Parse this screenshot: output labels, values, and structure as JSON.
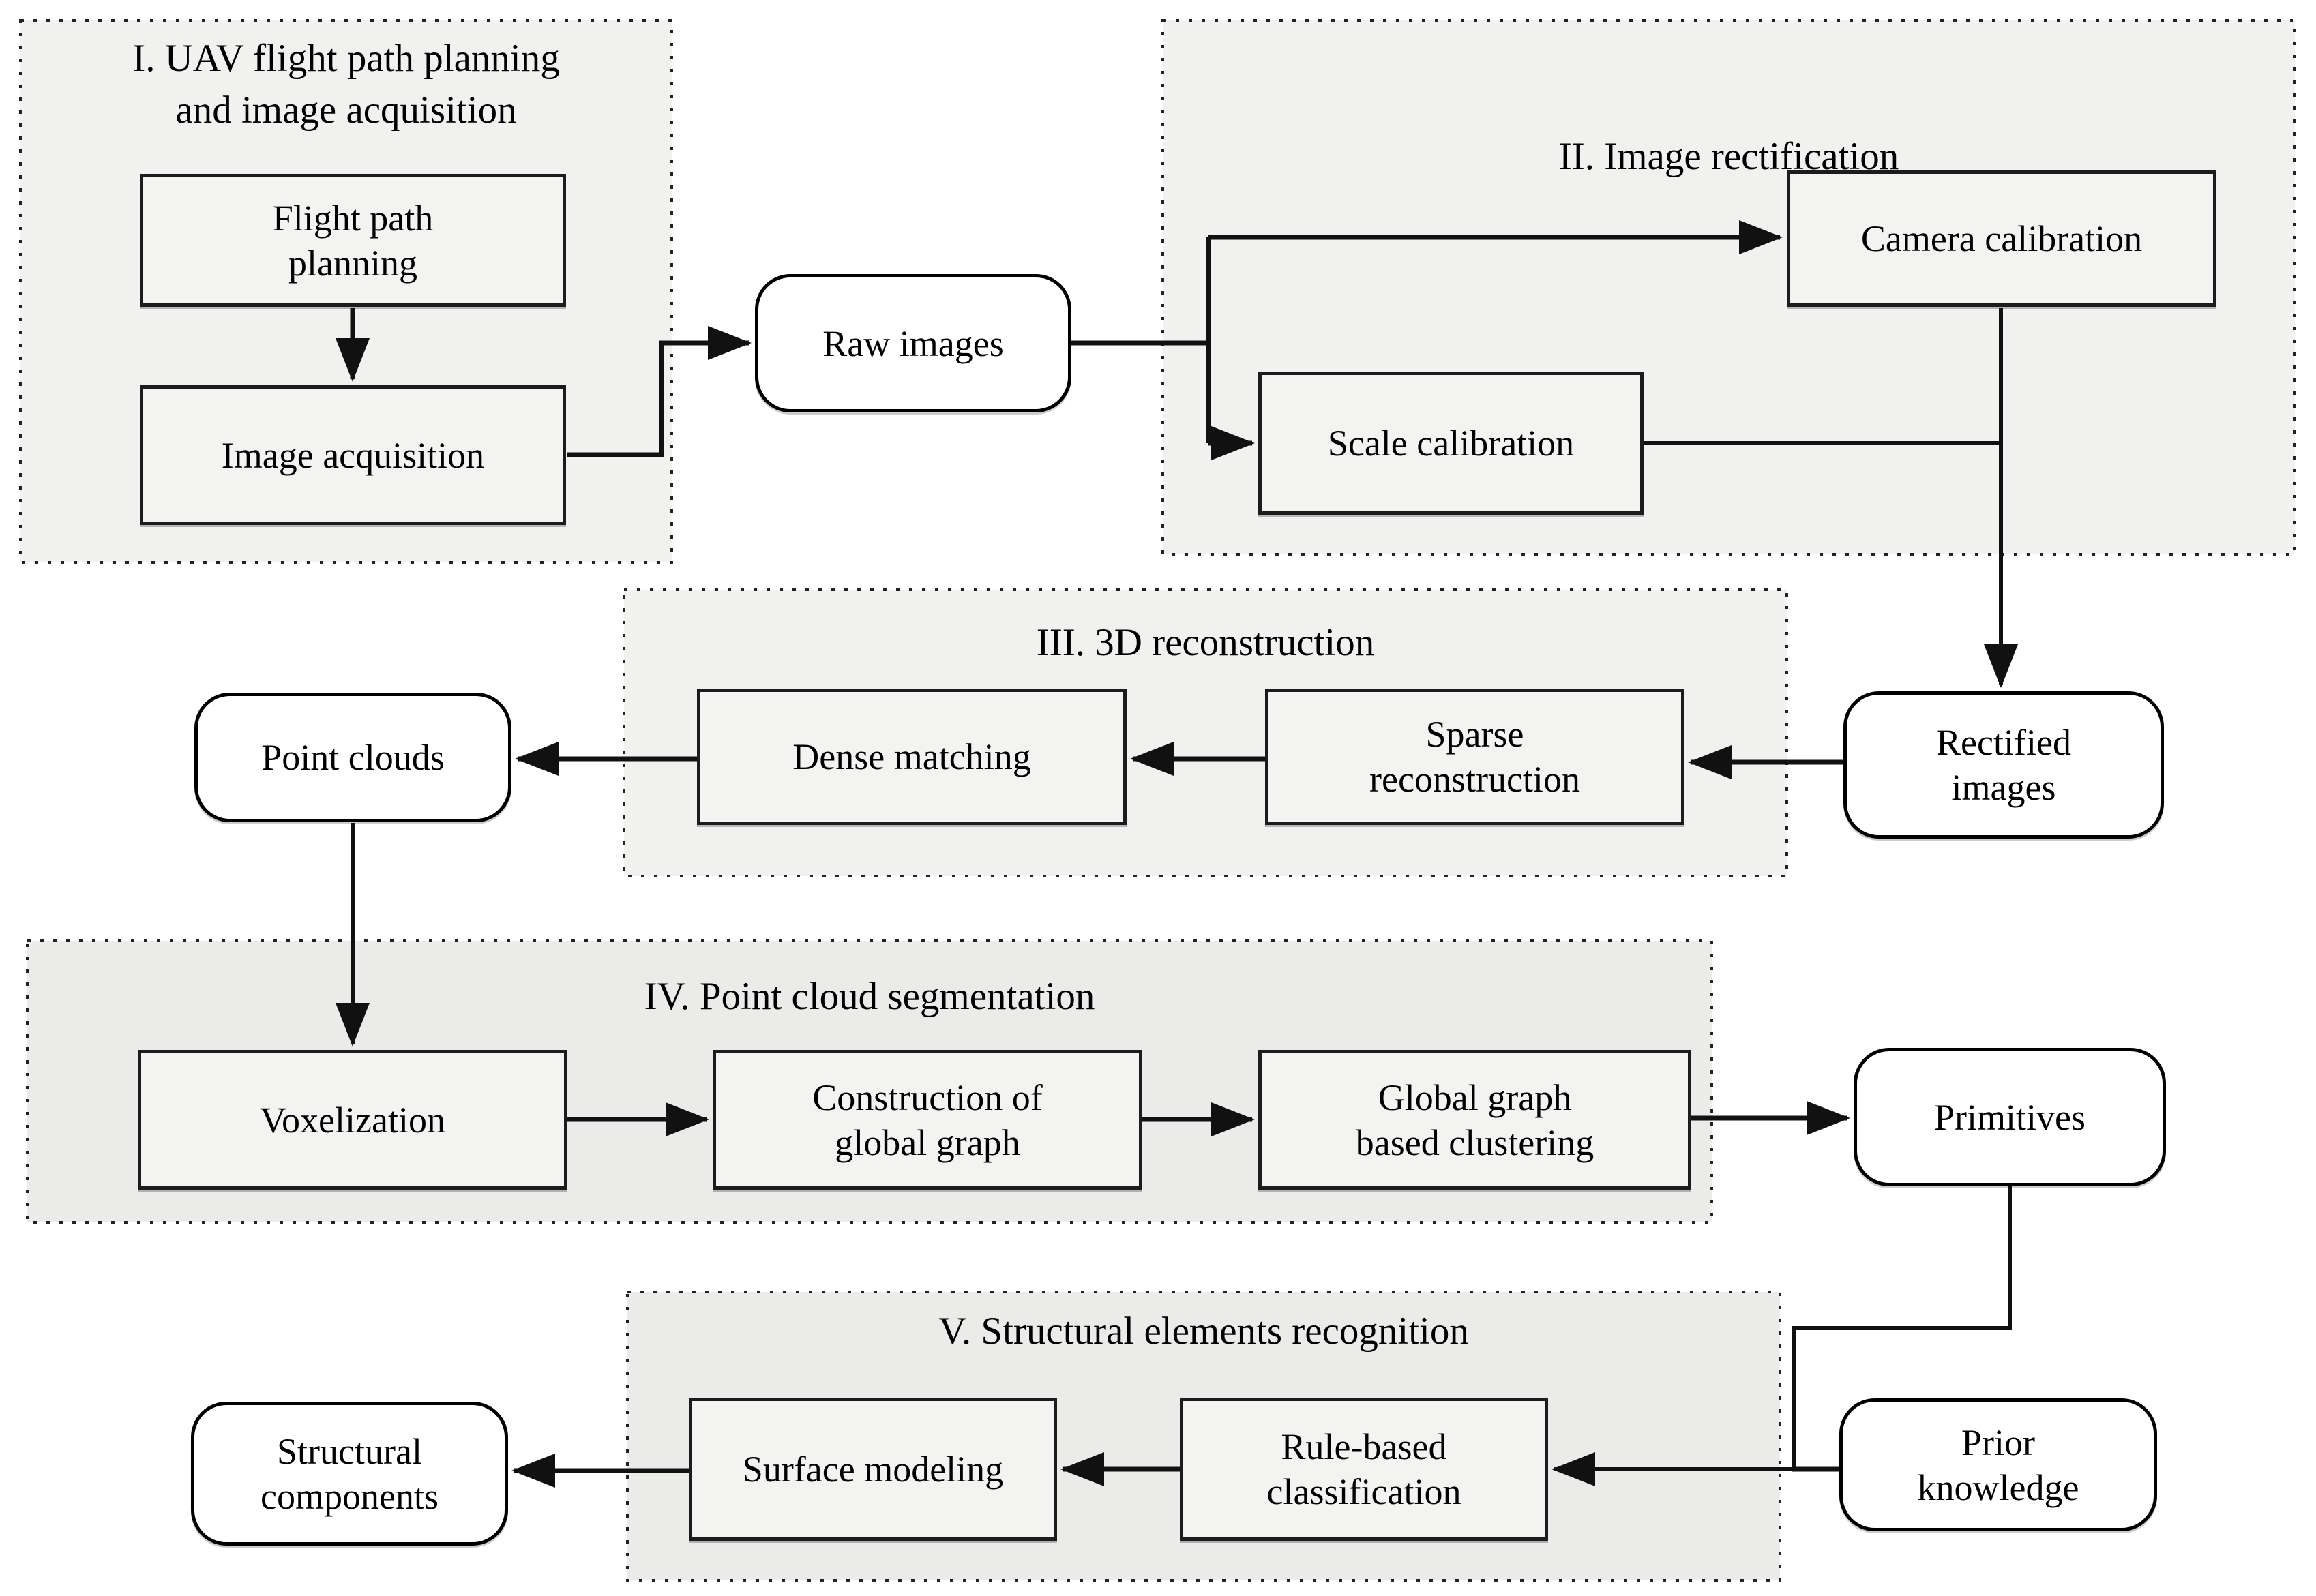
{
  "figure": {
    "type": "flowchart",
    "description_visible_text_only": true
  },
  "colors": {
    "background": "#ffffff",
    "section_fill_light": "#f1f1f0",
    "section_fill_dark": "#ebebea",
    "section_border": "#222222",
    "process_node_fill": "#f3f3f2",
    "data_node_fill": "#ffffff",
    "node_border": "#1c1c1c",
    "connector": "#111111",
    "text": "#000000"
  },
  "sections": [
    {
      "id": "I",
      "title_lines": [
        "I. UAV flight path planning",
        "and image acquisition"
      ]
    },
    {
      "id": "II",
      "title_lines": [
        "II. Image rectification"
      ]
    },
    {
      "id": "III",
      "title_lines": [
        "III. 3D reconstruction"
      ]
    },
    {
      "id": "IV",
      "title_lines": [
        "IV. Point cloud segmentation"
      ]
    },
    {
      "id": "V",
      "title_lines": [
        "V. Structural elements recognition"
      ]
    }
  ],
  "process_nodes": {
    "flight_path_planning": {
      "lines": [
        "Flight path",
        "planning"
      ]
    },
    "image_acquisition": {
      "lines": [
        "Image acquisition"
      ]
    },
    "camera_calibration": {
      "lines": [
        "Camera calibration"
      ]
    },
    "scale_calibration": {
      "lines": [
        "Scale calibration"
      ]
    },
    "sparse_reconstruction": {
      "lines": [
        "Sparse",
        "reconstruction"
      ]
    },
    "dense_matching": {
      "lines": [
        "Dense matching"
      ]
    },
    "voxelization": {
      "lines": [
        "Voxelization"
      ]
    },
    "construction_global_graph": {
      "lines": [
        "Construction of",
        "global graph"
      ]
    },
    "global_graph_clustering": {
      "lines": [
        "Global graph",
        "based clustering"
      ]
    },
    "rule_based_classification": {
      "lines": [
        "Rule-based",
        "classification"
      ]
    },
    "surface_modeling": {
      "lines": [
        "Surface modeling"
      ]
    }
  },
  "data_nodes": {
    "raw_images": {
      "lines": [
        "Raw images"
      ]
    },
    "rectified_images": {
      "lines": [
        "Rectified",
        "images"
      ]
    },
    "point_clouds": {
      "lines": [
        "Point clouds"
      ]
    },
    "primitives": {
      "lines": [
        "Primitives"
      ]
    },
    "prior_knowledge": {
      "lines": [
        "Prior",
        "knowledge"
      ]
    },
    "structural_components": {
      "lines": [
        "Structural",
        "components"
      ]
    }
  }
}
